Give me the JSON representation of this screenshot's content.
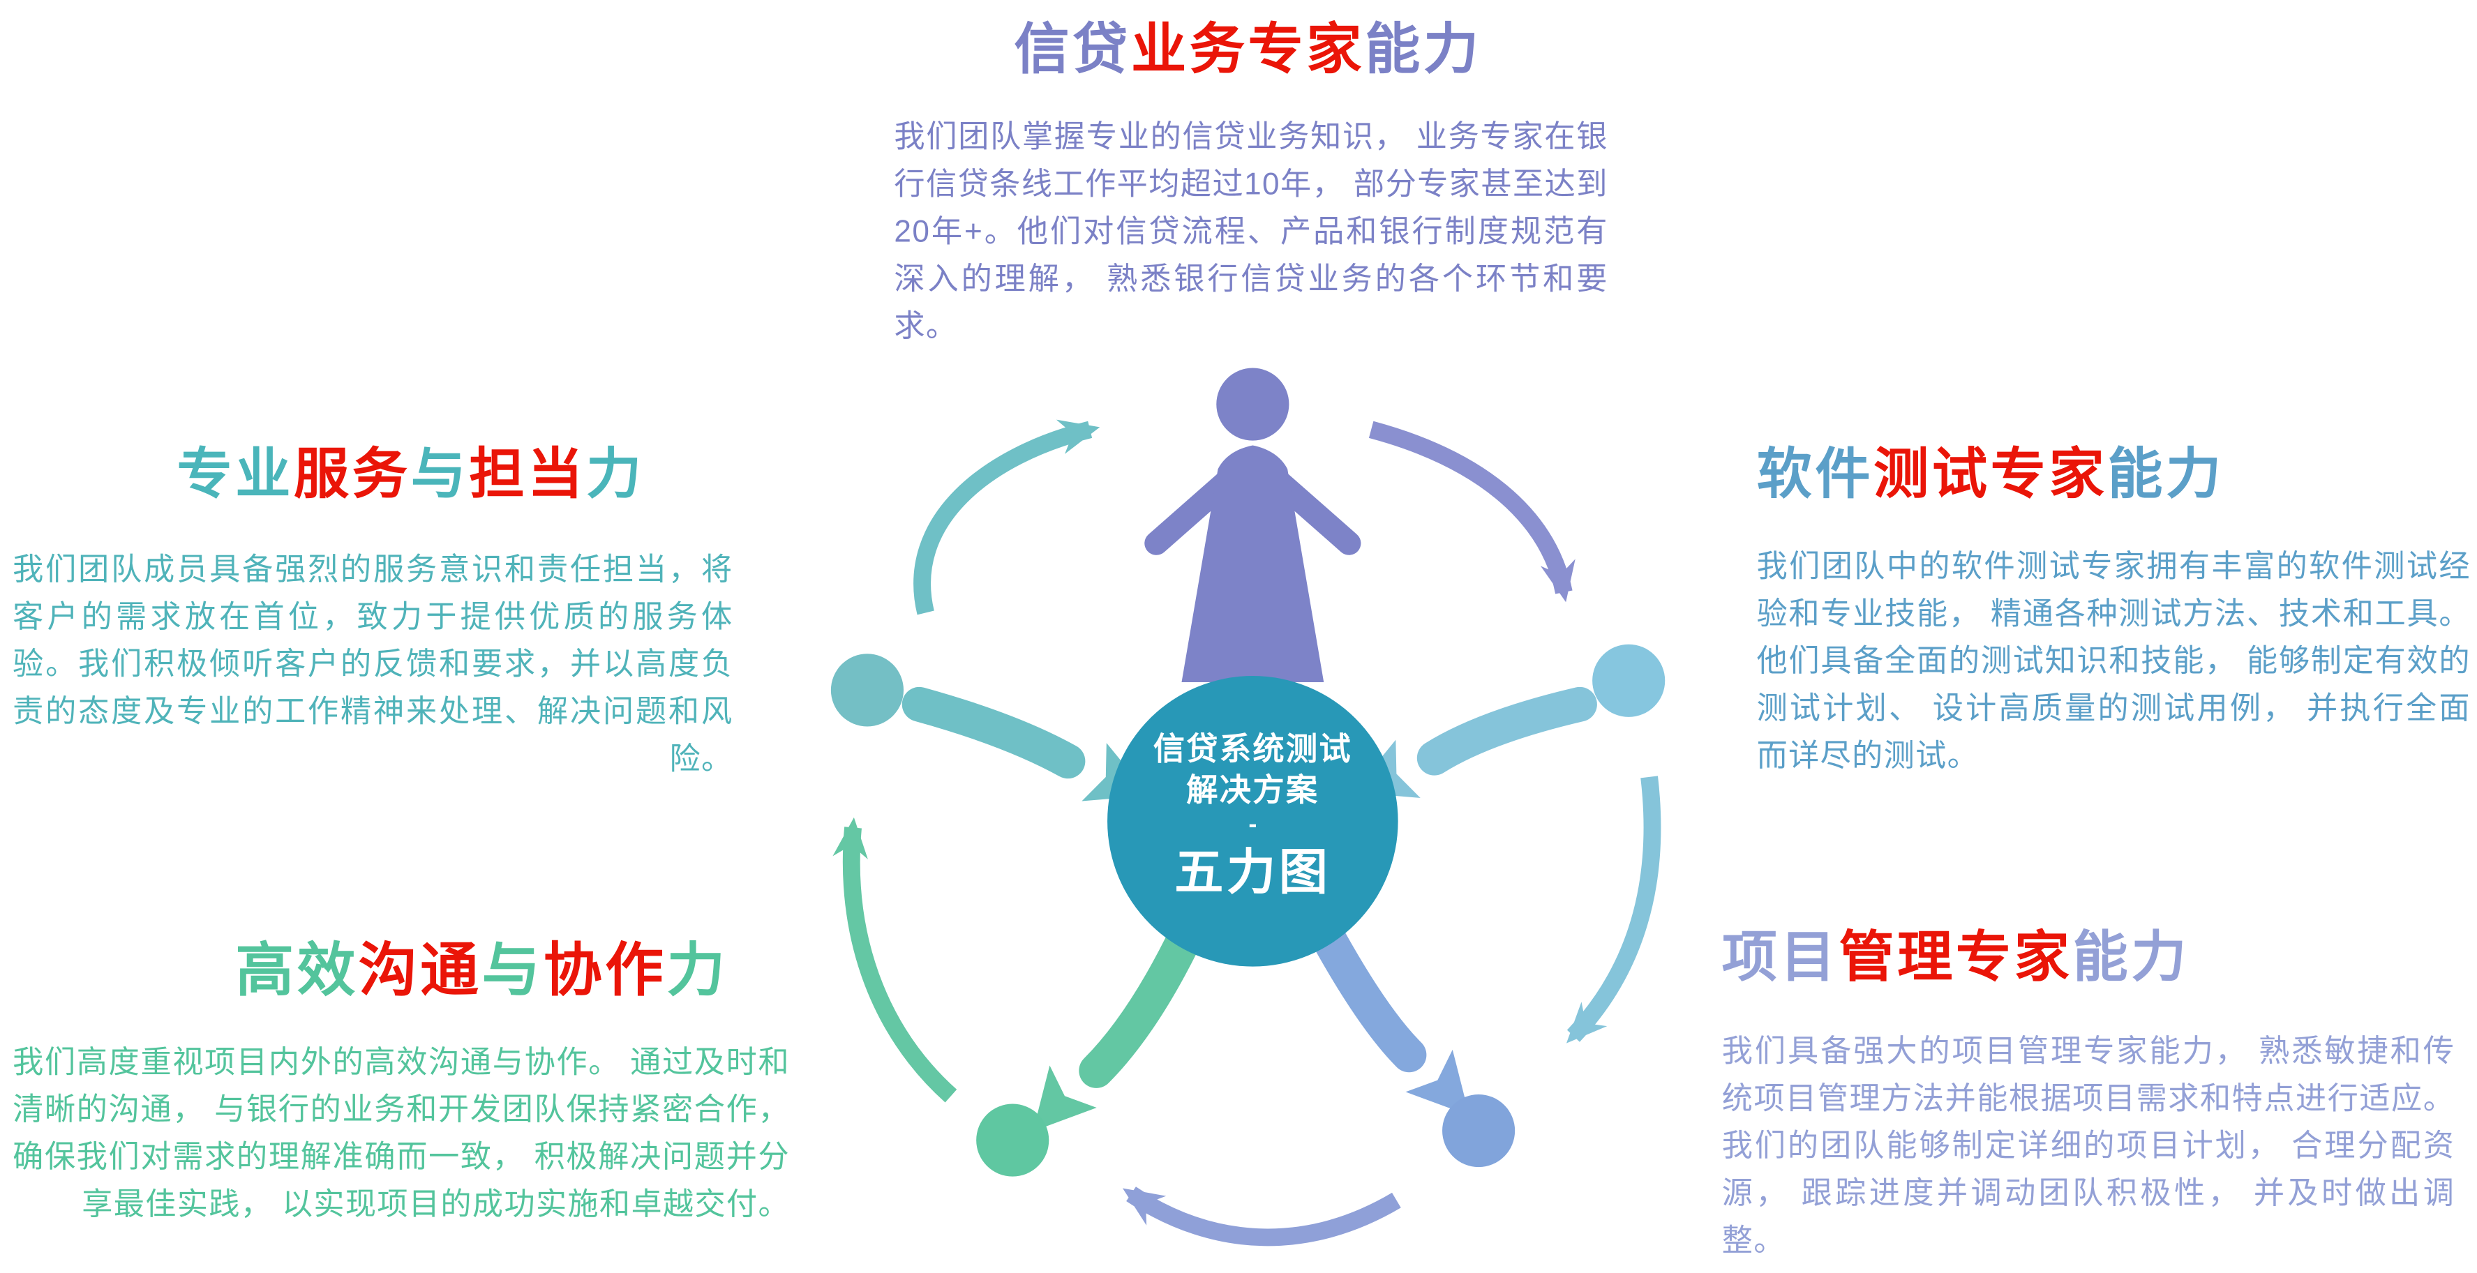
{
  "center": {
    "line1": "信贷系统测试",
    "line2": "解决方案",
    "dash": "-",
    "line3": "五力图"
  },
  "sections": {
    "credit": {
      "title": {
        "seg1": "信贷",
        "seg2": "业务专家",
        "seg3": "能力"
      },
      "body": "我们团队掌握专业的信贷业务知识， 业务专家在银行信贷条线工作平均超过10年， 部分专家甚至达到20年+。他们对信贷流程、产品和银行制度规范有深入的理解， 熟悉银行信贷业务的各个环节和要求。"
    },
    "service": {
      "title": {
        "seg1": "专业",
        "seg2": "服务",
        "seg3": "与",
        "seg4": "担当",
        "seg5": "力"
      },
      "body": "我们团队成员具备强烈的服务意识和责任担当，将客户的需求放在首位，致力于提供优质的服务体验。我们积极倾听客户的反馈和要求，并以高度负责的态度及专业的工作精神来处理、解决问题和风险。"
    },
    "testing": {
      "title": {
        "seg1": "软件",
        "seg2": "测试专家",
        "seg3": "能力"
      },
      "body": "我们团队中的软件测试专家拥有丰富的软件测试经验和专业技能， 精通各种测试方法、技术和工具。他们具备全面的测试知识和技能， 能够制定有效的测试计划、 设计高质量的测试用例， 并执行全面而详尽的测试。"
    },
    "communication": {
      "title": {
        "seg1": "高效",
        "seg2": "沟通",
        "seg3": "与",
        "seg4": "协作",
        "seg5": "力"
      },
      "body": "我们高度重视项目内外的高效沟通与协作。 通过及时和清晰的沟通， 与银行的业务和开发团队保持紧密合作， 确保我们对需求的理解准确而一致， 积极解决问题并分享最佳实践， 以实现项目的成功实施和卓越交付。"
    },
    "management": {
      "title": {
        "seg1": "项目",
        "seg2": "管理专家",
        "seg3": "能力"
      },
      "body": "我们具备强大的项目管理专家能力， 熟悉敏捷和传统项目管理方法并能根据项目需求和特点进行适应。 我们的团队能够制定详细的项目计划， 合理分配资源， 跟踪进度并调动团队积极性， 并及时做出调整。"
    }
  },
  "colors": {
    "red_accent": "#ea1508",
    "purple": "#7b81c6",
    "teal": "#4fb3b9",
    "steel_blue": "#5b9fc8",
    "green": "#53c49c",
    "lavender": "#93a0d6",
    "center_circle": "#2898b7",
    "node_top": "#7d83c8",
    "node_left": "#74bfc5",
    "node_right": "#86c6df",
    "node_bottom_left": "#5fc7a1",
    "node_bottom_right": "#81a4db"
  },
  "icons": {
    "person": "person-icon",
    "arrows": "curved-arrow-icon"
  }
}
